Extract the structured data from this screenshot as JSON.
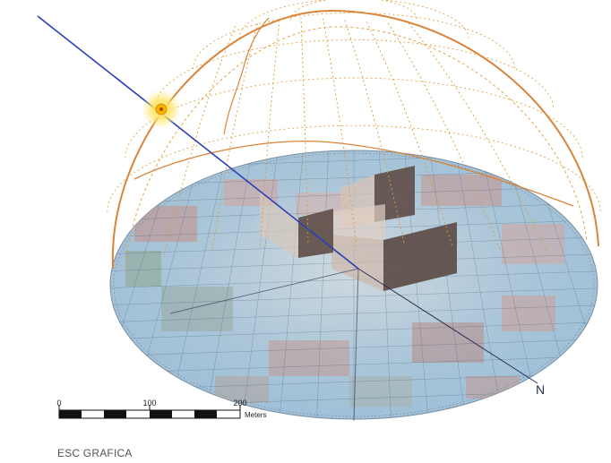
{
  "diagram": {
    "north_label": "N",
    "colors": {
      "dome_outline": "#e08a2a",
      "dome_grid": "#d9a23a",
      "sun_core": "#f3b400",
      "sun_glow": "#ffe98a",
      "sun_ray": "#2b3fb8",
      "ground_tint": "#bcd6ec"
    }
  },
  "scale_bar": {
    "tick_labels": [
      "0",
      "100",
      "200"
    ],
    "unit": "Meters"
  },
  "caption": "ESC GRAFICA"
}
